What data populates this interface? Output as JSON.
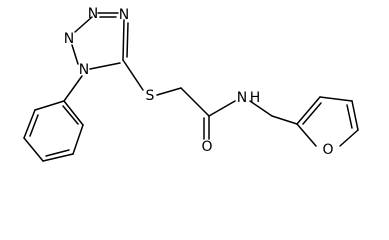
{
  "atoms": {
    "n_tetrazole_2": "N",
    "n_tetrazole_3": "N",
    "n_tetrazole_4": "N",
    "n_tetrazole_1": "N",
    "s_thioether": "S",
    "n_amide": "N",
    "h_amide": "H",
    "o_carbonyl": "O",
    "o_furan": "O"
  },
  "colors": {
    "bond": "#000000",
    "label": "#000000",
    "background": "#ffffff"
  }
}
